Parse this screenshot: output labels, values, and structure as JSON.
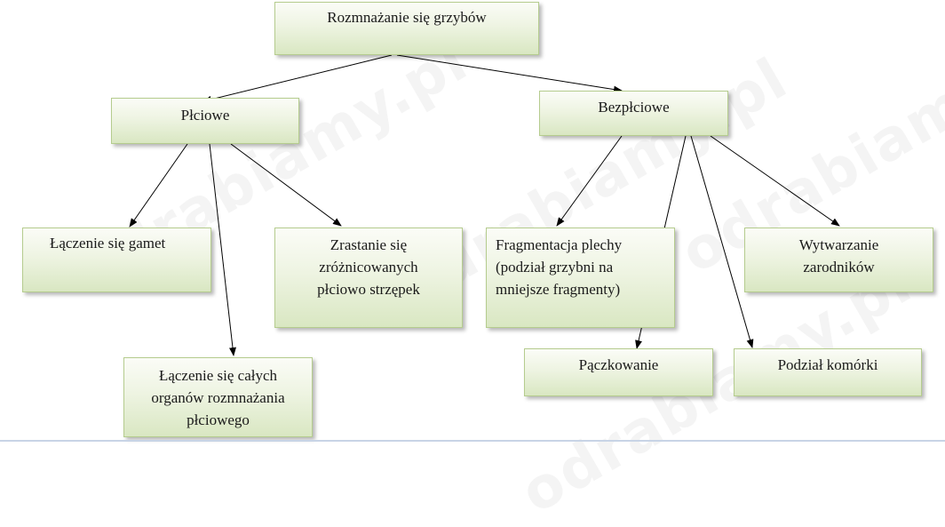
{
  "root": {
    "label": "Rozmnażanie się grzybów"
  },
  "branches": {
    "sexual": {
      "label": "Płciowe",
      "children": {
        "gametes": {
          "label": "Łączenie się gamet"
        },
        "hyphae": {
          "lines": [
            "Zrastanie się",
            "zróżnicowanych",
            "płciowo strzępek"
          ]
        },
        "organs": {
          "lines": [
            "Łączenie się całych",
            "organów rozmnażania",
            "płciowego"
          ]
        }
      }
    },
    "asexual": {
      "label": "Bezpłciowe",
      "children": {
        "fragmentation": {
          "lines": [
            "Fragmentacja plechy",
            "(podział grzybni na",
            "mniejsze fragmenty)"
          ]
        },
        "spores": {
          "lines": [
            "Wytwarzanie",
            "zarodników"
          ]
        },
        "budding": {
          "label": "Pączkowanie"
        },
        "division": {
          "label": "Podział komórki"
        }
      }
    }
  },
  "watermark": {
    "text": "odrabiamy.pl"
  },
  "colors": {
    "box_top": "#fbfcf7",
    "box_bottom": "#d9e7c2",
    "box_border": "#b5cc8e",
    "arrow": "#000000"
  }
}
